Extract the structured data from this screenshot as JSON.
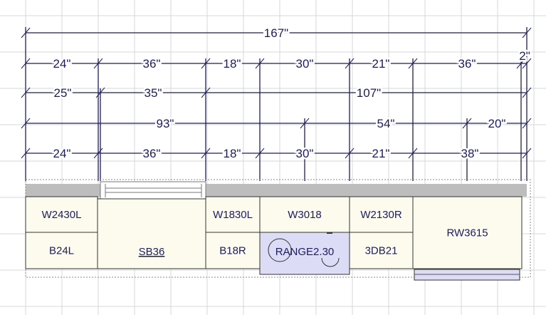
{
  "colors": {
    "ink": "#1c1c5e",
    "cabinet_fill": "#fdfbee",
    "range_fill": "#dcdcf6",
    "countertop": "#bdbdbd",
    "grid": "#d4d8d8"
  },
  "dimension_rows": [
    {
      "labels": [
        "167\""
      ]
    },
    {
      "labels": [
        "24\"",
        "36\"",
        "18\"",
        "30\"",
        "21\"",
        "36\"",
        "2\""
      ]
    },
    {
      "labels": [
        "25\"",
        "35\"",
        "107\""
      ]
    },
    {
      "labels": [
        "93\"",
        "54\"",
        "20\""
      ]
    },
    {
      "labels": [
        "24\"",
        "36\"",
        "18\"",
        "30\"",
        "21\"",
        "38\""
      ]
    }
  ],
  "cabinets": [
    {
      "label": "W2430L"
    },
    {
      "label": "B24L"
    },
    {
      "label": "SB36",
      "underlined": true
    },
    {
      "label": "W1830L"
    },
    {
      "label": "B18R"
    },
    {
      "label": "W3018"
    },
    {
      "label": "RANGE2.30"
    },
    {
      "label": "W2130R"
    },
    {
      "label": "3DB21"
    },
    {
      "label": "RW3615"
    }
  ]
}
